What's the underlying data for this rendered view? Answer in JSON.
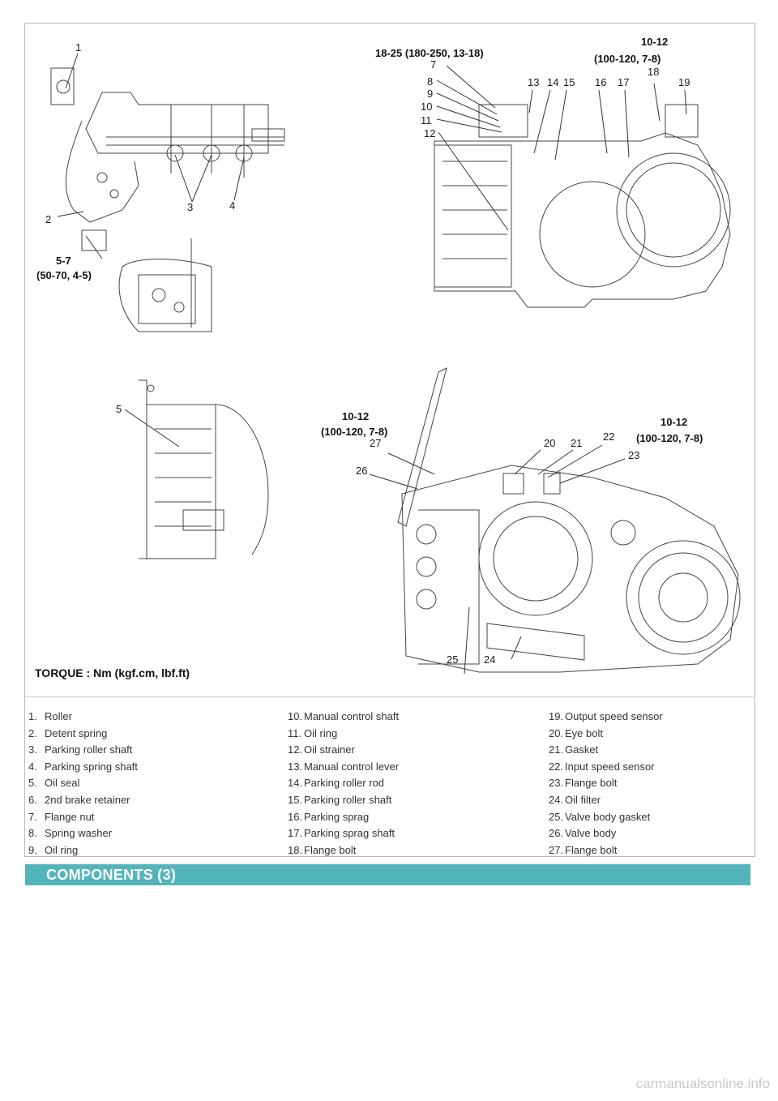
{
  "diagram": {
    "callouts": [
      "1",
      "2",
      "3",
      "4",
      "5",
      "7",
      "8",
      "9",
      "10",
      "11",
      "12",
      "13",
      "14",
      "15",
      "16",
      "17",
      "18",
      "19",
      "20",
      "21",
      "22",
      "23",
      "24",
      "25",
      "26",
      "27"
    ],
    "torques": {
      "t_5_7": [
        "5-7",
        "(50-70, 4-5)"
      ],
      "t_18_25": [
        "18-25 (180-250, 13-18)"
      ],
      "t_top_right": [
        "10-12",
        "(100-120, 7-8)"
      ],
      "t_lower_left": [
        "10-12",
        "(100-120, 7-8)"
      ],
      "t_lower_right": [
        "10-12",
        "(100-120, 7-8)"
      ]
    },
    "torque_caption": "TORQUE : Nm (kgf.cm, lbf.ft)"
  },
  "legend": {
    "col1": [
      {
        "num": "1.",
        "name": "Roller"
      },
      {
        "num": "2.",
        "name": "Detent spring"
      },
      {
        "num": "3.",
        "name": "Parking roller shaft"
      },
      {
        "num": "4.",
        "name": "Parking spring shaft"
      },
      {
        "num": "5.",
        "name": "Oil seal"
      },
      {
        "num": "6.",
        "name": "2nd brake retainer"
      },
      {
        "num": "7.",
        "name": "Flange nut"
      },
      {
        "num": "8.",
        "name": "Spring washer"
      },
      {
        "num": "9.",
        "name": "Oil ring"
      }
    ],
    "col2": [
      {
        "num": "10.",
        "name": "Manual control shaft"
      },
      {
        "num": "11.",
        "name": "Oil ring"
      },
      {
        "num": "12.",
        "name": "Oil strainer"
      },
      {
        "num": "13.",
        "name": "Manual control lever"
      },
      {
        "num": "14.",
        "name": "Parking roller rod"
      },
      {
        "num": "15.",
        "name": "Parking roller shaft"
      },
      {
        "num": "16.",
        "name": "Parking sprag"
      },
      {
        "num": "17.",
        "name": "Parking sprag shaft"
      },
      {
        "num": "18.",
        "name": "Flange bolt"
      }
    ],
    "col3": [
      {
        "num": "19.",
        "name": "Output speed sensor"
      },
      {
        "num": "20.",
        "name": "Eye bolt"
      },
      {
        "num": "21.",
        "name": "Gasket"
      },
      {
        "num": "22.",
        "name": "Input speed sensor"
      },
      {
        "num": "23.",
        "name": "Flange bolt"
      },
      {
        "num": "24.",
        "name": "Oil filter"
      },
      {
        "num": "25.",
        "name": "Valve body gasket"
      },
      {
        "num": "26.",
        "name": "Valve body"
      },
      {
        "num": "27.",
        "name": "Flange bolt"
      }
    ]
  },
  "section_title": "COMPONENTS (3)",
  "watermark": "carmanualsonline.info",
  "colors": {
    "banner": "#54b4bc",
    "line": "#3a3a3a"
  }
}
